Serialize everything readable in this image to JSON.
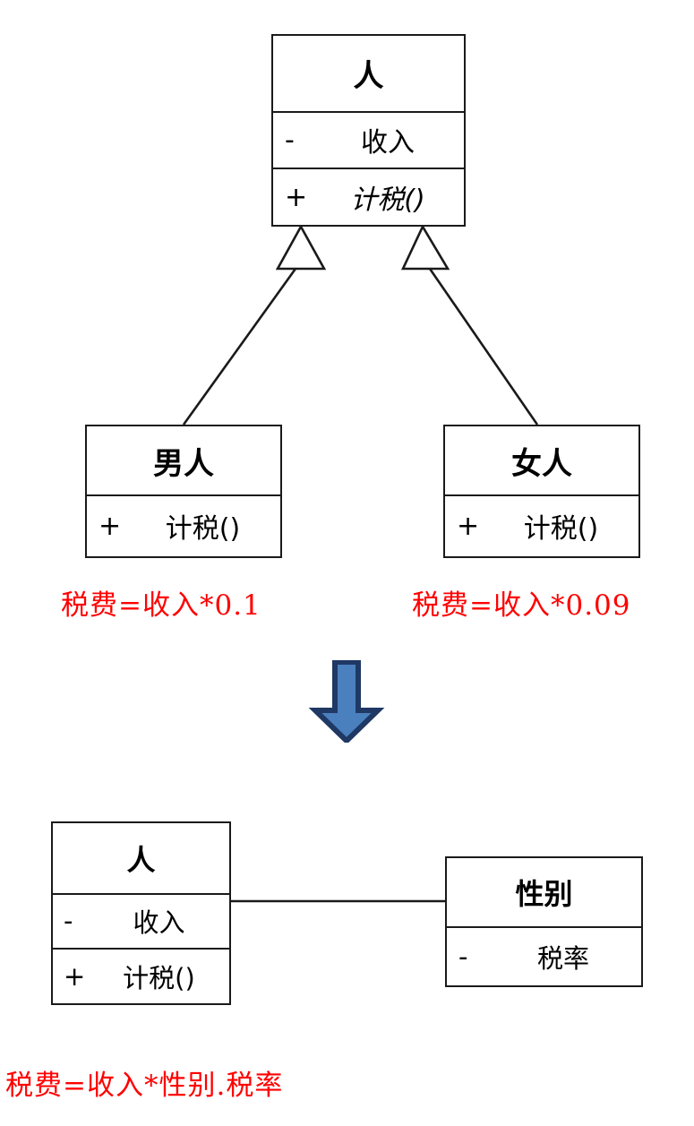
{
  "diagram": {
    "type": "uml-class-diagram",
    "description": "UML refactoring illustration: inheritance hierarchy replaced by composition",
    "accent_colors": {
      "box_border": "#1a1a1a",
      "note_text": "#ff0000",
      "arrow_fill": "#4A80BE",
      "arrow_stroke": "#1F3864"
    }
  },
  "before": {
    "base_class": {
      "name": "人",
      "attributes": [
        {
          "visibility": "-",
          "name": "收入"
        }
      ],
      "methods": [
        {
          "visibility": "+",
          "name": "计税()",
          "abstract": true
        }
      ]
    },
    "subclasses": [
      {
        "name": "男人",
        "methods": [
          {
            "visibility": "+",
            "name": "计税()",
            "abstract": false
          }
        ],
        "note": "税费=收入*0.1"
      },
      {
        "name": "女人",
        "methods": [
          {
            "visibility": "+",
            "name": "计税()",
            "abstract": false
          }
        ],
        "note": "税费=收入*0.09"
      }
    ],
    "relationship": "generalization"
  },
  "transition": {
    "icon": "down-arrow",
    "direction": "down"
  },
  "after": {
    "main_class": {
      "name": "人",
      "attributes": [
        {
          "visibility": "-",
          "name": "收入"
        }
      ],
      "methods": [
        {
          "visibility": "+",
          "name": "计税()",
          "abstract": false
        }
      ]
    },
    "related_class": {
      "name": "性别",
      "attributes": [
        {
          "visibility": "-",
          "name": "税率"
        }
      ]
    },
    "relationship": "association",
    "note": "税费=收入*性别.税率"
  }
}
